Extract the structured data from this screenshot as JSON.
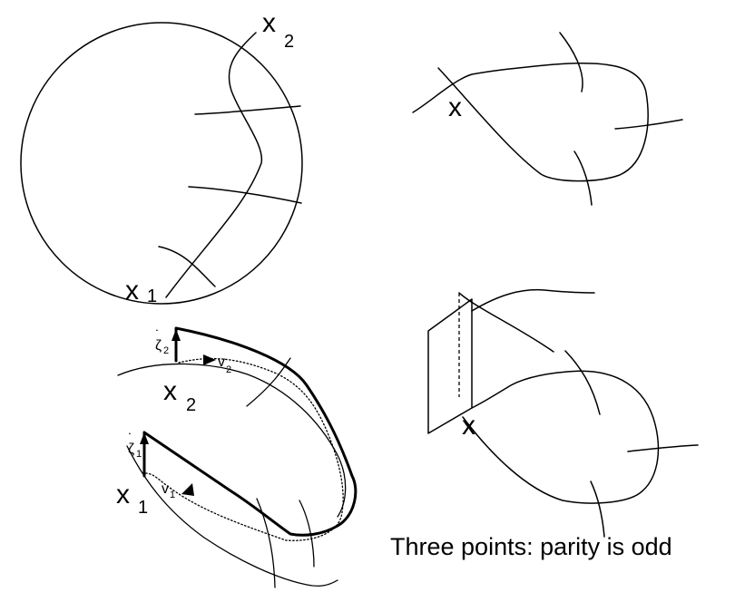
{
  "panels": {
    "disk": {
      "point_top": {
        "letter": "x",
        "sub": "2"
      },
      "point_bottom": {
        "letter": "x",
        "sub": "1"
      }
    },
    "loop": {
      "point_x": "x"
    },
    "frames": {
      "point_top": {
        "letter": "x",
        "sub": "2"
      },
      "point_bottom": {
        "letter": "x",
        "sub": "1"
      },
      "zeta_top": {
        "symbol": "ζ",
        "dot": "˙",
        "sub": "2"
      },
      "zeta_bottom": {
        "symbol": "ζ",
        "dot": "˙",
        "sub": "1"
      },
      "v_top": {
        "symbol": "v",
        "sub": "2"
      },
      "v_bottom": {
        "symbol": "v",
        "sub": "1"
      }
    },
    "surface": {
      "point_x": "x"
    }
  },
  "caption": "Three points: parity is odd"
}
